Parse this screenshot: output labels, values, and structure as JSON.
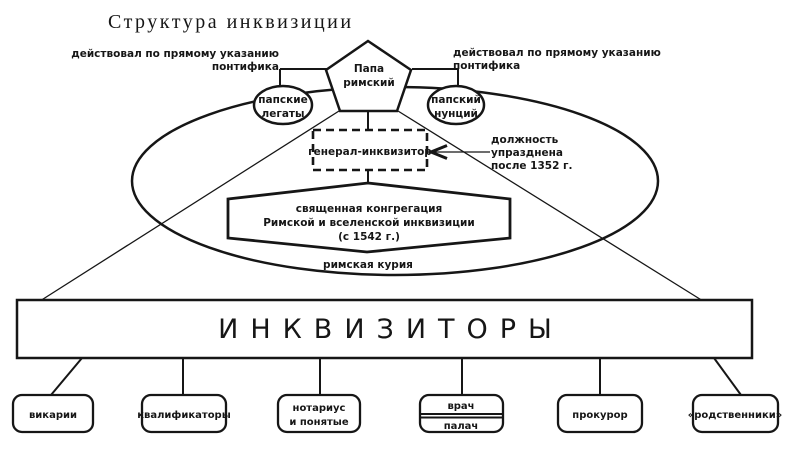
{
  "title": "Структура инквизиции",
  "colors": {
    "ink": "#161616",
    "background": "#ffffff"
  },
  "top": {
    "pope_pentagon": {
      "lines": [
        "Папа",
        "римский"
      ]
    },
    "left_note": {
      "lines": [
        "действовал по прямому указанию",
        "понтифика"
      ]
    },
    "right_note": {
      "lines": [
        "действовал по прямому указанию",
        "понтифика"
      ]
    },
    "left_oval": {
      "lines": [
        "папские",
        "легаты"
      ]
    },
    "right_oval": {
      "lines": [
        "папский",
        "нунций"
      ]
    }
  },
  "curia_ellipse": {
    "label": "римская курия",
    "general_inquisitor_box": {
      "label": "генерал-инквизитор"
    },
    "abolished_note": {
      "lines": [
        "должность",
        "упразднена",
        "после 1352 г."
      ]
    },
    "congregation_hexagon": {
      "lines": [
        "священная конгрегация",
        "Римской и вселенской инквизиции",
        "(с 1542 г.)"
      ]
    }
  },
  "inquisitors_bar": {
    "label": "ИНКВИЗИТОРЫ"
  },
  "bottom_row": [
    {
      "lines": [
        "викарии"
      ]
    },
    {
      "lines": [
        "квалификаторы"
      ]
    },
    {
      "lines": [
        "нотариус",
        "и понятые"
      ]
    },
    {
      "lines": [
        "врач",
        "палач"
      ]
    },
    {
      "lines": [
        "прокурор"
      ]
    },
    {
      "lines": [
        "«родственники»"
      ]
    }
  ]
}
